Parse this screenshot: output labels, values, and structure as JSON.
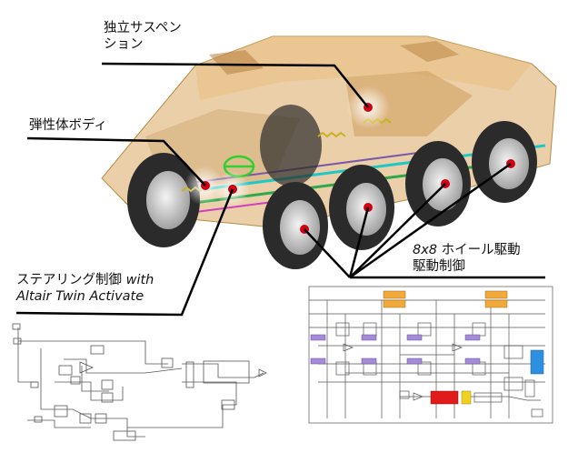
{
  "labels": {
    "suspension_line1": "独立サスペン",
    "suspension_line2": "ション",
    "body": "弾性体ボディ",
    "steering_line1_jp": "ステアリング制御 ",
    "steering_line1_en": "with",
    "steering_line2": "Altair Twin Activate",
    "drive_line1_prefix": "8x8",
    "drive_line1": " ホイール駆動",
    "drive_line2": "駆動制御"
  },
  "colors": {
    "hull": "#d9a860",
    "tire": "#2b2b2b",
    "marker": "#d10010",
    "leader": "#000000",
    "block_orange": "#f2a93b",
    "block_purple": "#a58ad6",
    "block_red": "#e01b1b",
    "block_blue": "#2d8fe0",
    "block_yellow": "#f0d020"
  }
}
